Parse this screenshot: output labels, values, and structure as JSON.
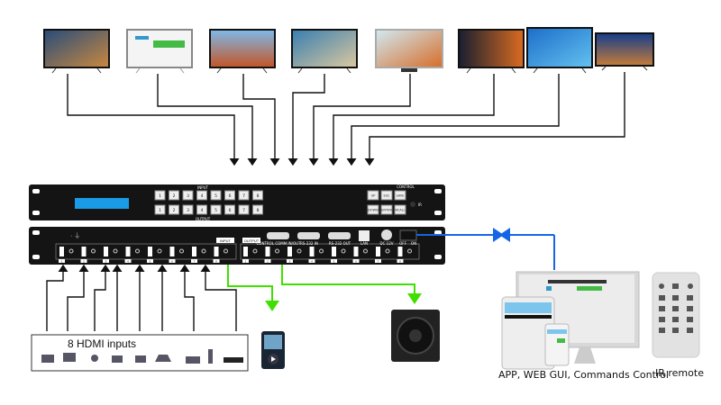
{
  "front_panel": {
    "input_label": "INPUT",
    "output_label": "OUTPUT",
    "control_label": "CONTROL",
    "input_buttons": [
      "1",
      "2",
      "3",
      "4",
      "5",
      "6",
      "7",
      "8"
    ],
    "output_buttons": [
      "1",
      "2",
      "3",
      "4",
      "5",
      "6",
      "7",
      "8"
    ],
    "control_buttons": [
      "UP",
      "ESC",
      "SAVE",
      "DOWN",
      "ENTER",
      "RCALL"
    ],
    "ir_label": "IR",
    "display_color": "#1a9be6"
  },
  "rear_panel": {
    "input_label": "INPUT",
    "output_label": "OUTPUT",
    "port_labels": [
      "CONTROL COMM IN/OUT",
      "RS-232 IN",
      "RS-232 OUT",
      "LAN",
      "DC 12V",
      "OFF",
      "ON"
    ],
    "port_numbers": [
      "1",
      "2",
      "3",
      "4",
      "5",
      "6",
      "7",
      "8"
    ]
  },
  "inputs_box": {
    "label": "8 HDMI inputs"
  },
  "control": {
    "caption": "APP, WEB GUI, Commands Control"
  },
  "remote": {
    "caption": "IR remote"
  },
  "colors": {
    "output_line": "#111111",
    "audio_line": "#3fe000",
    "control_line": "#1566e6"
  }
}
